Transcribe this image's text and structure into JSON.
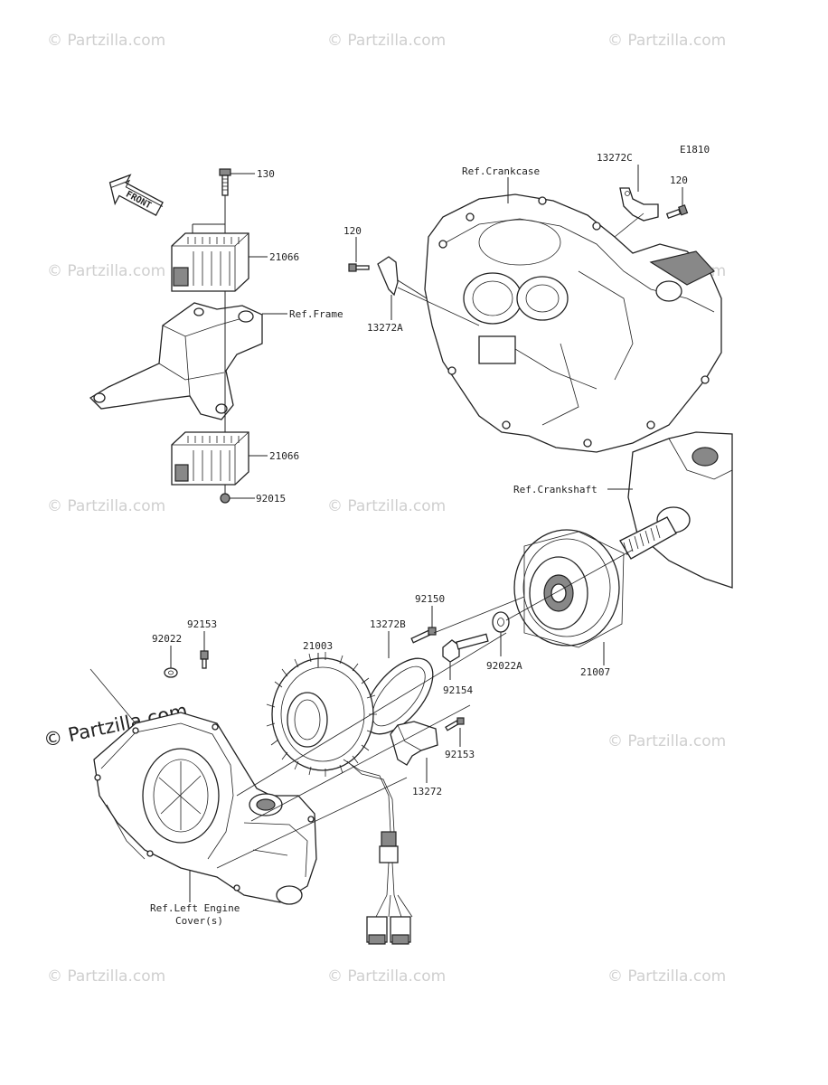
{
  "diagram_code": "E1810",
  "front_arrow_text": "FRONT",
  "watermark_text": "© Partzilla.com",
  "labels": {
    "p130": "130",
    "p21066_top": "21066",
    "ref_frame": "Ref.Frame",
    "p21066_bottom": "21066",
    "p92015": "92015",
    "p120_left": "120",
    "p13272A": "13272A",
    "ref_crankcase": "Ref.Crankcase",
    "p13272C": "13272C",
    "p120_right": "120",
    "ref_crankshaft": "Ref.Crankshaft",
    "p21007": "21007",
    "p92022A": "92022A",
    "p92150": "92150",
    "p92154": "92154",
    "p13272B": "13272B",
    "p21003": "21003",
    "p92153_top": "92153",
    "p92022": "92022",
    "p92153_right": "92153",
    "p13272": "13272",
    "ref_left_cover_line1": "Ref.Left Engine",
    "ref_left_cover_line2": "Cover(s)"
  }
}
